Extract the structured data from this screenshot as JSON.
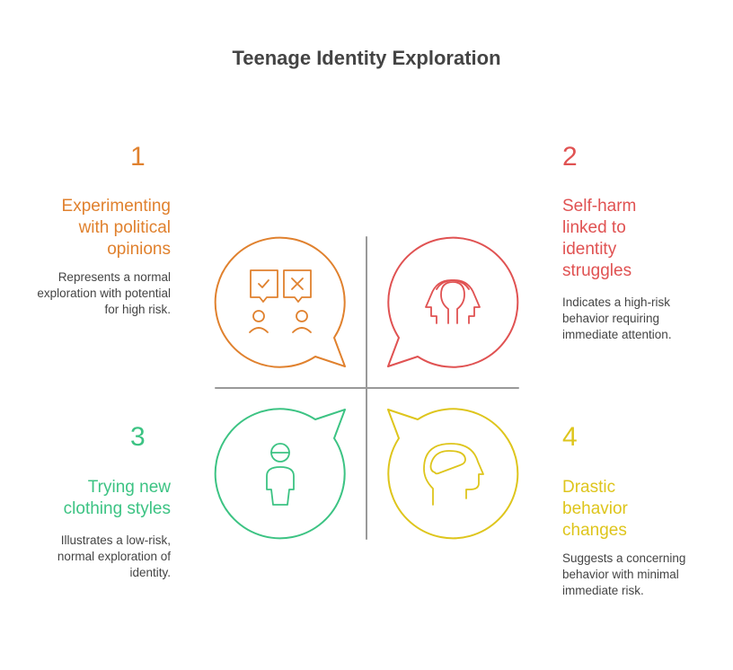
{
  "title": "Teenage Identity Exploration",
  "colors": {
    "orange": "#E0812E",
    "red": "#E05252",
    "green": "#3CC383",
    "yellow": "#DEC51C",
    "divider": "#999999"
  },
  "items": [
    {
      "number": "1",
      "heading": "Experimenting with political opinions",
      "description": "Represents a normal exploration with potential for high risk.",
      "icon": "discussion-icon"
    },
    {
      "number": "2",
      "heading": "Self-harm linked to identity struggles",
      "description": "Indicates a high-risk behavior requiring immediate attention.",
      "icon": "overlapping-heads-icon"
    },
    {
      "number": "3",
      "heading": "Trying new clothing styles",
      "description": "Illustrates a low-risk, normal exploration of identity.",
      "icon": "person-icon"
    },
    {
      "number": "4",
      "heading": "Drastic behavior changes",
      "description": "Suggests a concerning behavior with minimal immediate risk.",
      "icon": "head-brain-icon"
    }
  ]
}
